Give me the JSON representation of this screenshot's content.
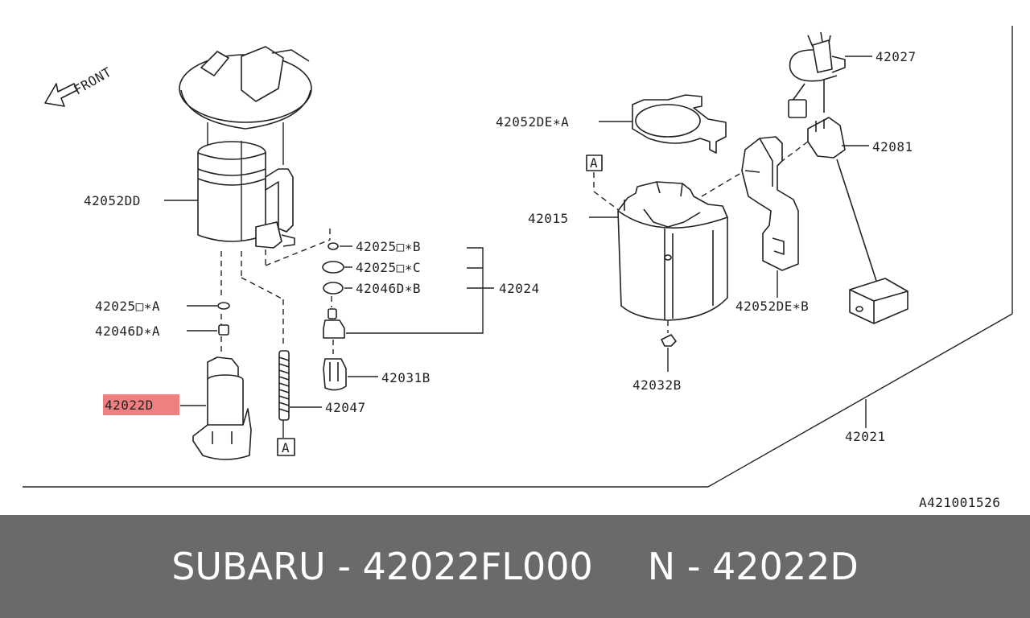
{
  "diagram": {
    "front_label": "FRONT",
    "highlight_color": "#f08080",
    "labels": {
      "p42052DD": "42052DD",
      "p42025A": "42025□∗A",
      "p42046A": "42046D∗A",
      "p42022D": "42022D",
      "p42025B": "42025□∗B",
      "p42025C": "42025□∗C",
      "p42046B": "42046D∗B",
      "p42024": "42024",
      "p42031B": "42031B",
      "p42047": "42047",
      "refA1": "A",
      "refA2": "A",
      "p42052DEA": "42052DE∗A",
      "p42015": "42015",
      "p42032B": "42032B",
      "p42052DEB": "42052DE∗B",
      "p42027": "42027",
      "p42081": "42081",
      "p42021": "42021",
      "code": "A421001526"
    }
  },
  "footer": {
    "part_text": "SUBARU - 42022FL000",
    "ref_text": "N - 42022D"
  }
}
